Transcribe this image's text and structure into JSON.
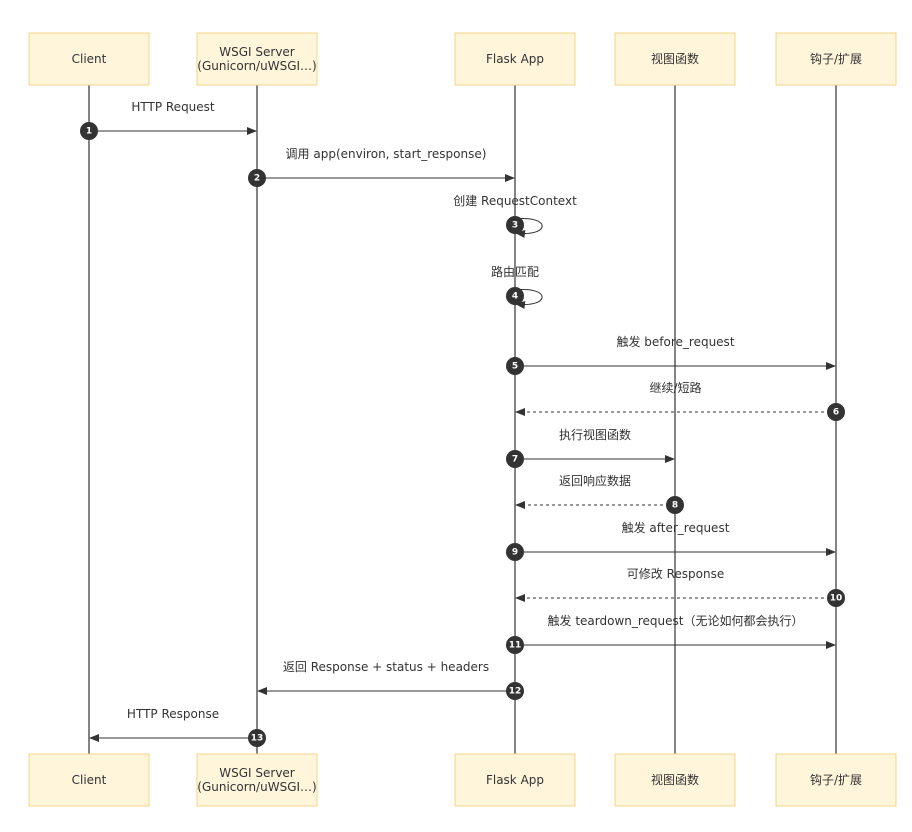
{
  "participants": [
    {
      "id": "client",
      "lines": [
        "Client"
      ]
    },
    {
      "id": "wsgi",
      "lines": [
        "WSGI Server",
        "(Gunicorn/uWSGI…)"
      ]
    },
    {
      "id": "flask",
      "lines": [
        "Flask App"
      ]
    },
    {
      "id": "view",
      "lines": [
        "视图函数"
      ]
    },
    {
      "id": "hooks",
      "lines": [
        "钩子/扩展"
      ]
    }
  ],
  "messages": [
    {
      "seq": "1",
      "from": "client",
      "to": "wsgi",
      "label": "HTTP Request",
      "style": "solid"
    },
    {
      "seq": "2",
      "from": "wsgi",
      "to": "flask",
      "label": "调用 app(environ, start_response)",
      "style": "solid"
    },
    {
      "seq": "3",
      "from": "flask",
      "to": "flask",
      "label": "创建 RequestContext",
      "style": "solid"
    },
    {
      "seq": "4",
      "from": "flask",
      "to": "flask",
      "label": "路由匹配",
      "style": "solid"
    },
    {
      "seq": "5",
      "from": "flask",
      "to": "hooks",
      "label": "触发 before_request",
      "style": "solid"
    },
    {
      "seq": "6",
      "from": "hooks",
      "to": "flask",
      "label": "继续/短路",
      "style": "dashed"
    },
    {
      "seq": "7",
      "from": "flask",
      "to": "view",
      "label": "执行视图函数",
      "style": "solid"
    },
    {
      "seq": "8",
      "from": "view",
      "to": "flask",
      "label": "返回响应数据",
      "style": "dashed"
    },
    {
      "seq": "9",
      "from": "flask",
      "to": "hooks",
      "label": "触发 after_request",
      "style": "solid"
    },
    {
      "seq": "10",
      "from": "hooks",
      "to": "flask",
      "label": "可修改 Response",
      "style": "dashed"
    },
    {
      "seq": "11",
      "from": "flask",
      "to": "hooks",
      "label": "触发 teardown_request（无论如何都会执行）",
      "style": "solid"
    },
    {
      "seq": "12",
      "from": "flask",
      "to": "wsgi",
      "label": "返回 Response + status + headers",
      "style": "solid"
    },
    {
      "seq": "13",
      "from": "wsgi",
      "to": "client",
      "label": "HTTP Response",
      "style": "solid"
    }
  ],
  "colors": {
    "actor_fill": "#fff5db",
    "actor_border": "#f3d58a",
    "line": "#333333",
    "sequence_badge": "#333333",
    "sequence_text": "#ffffff"
  }
}
